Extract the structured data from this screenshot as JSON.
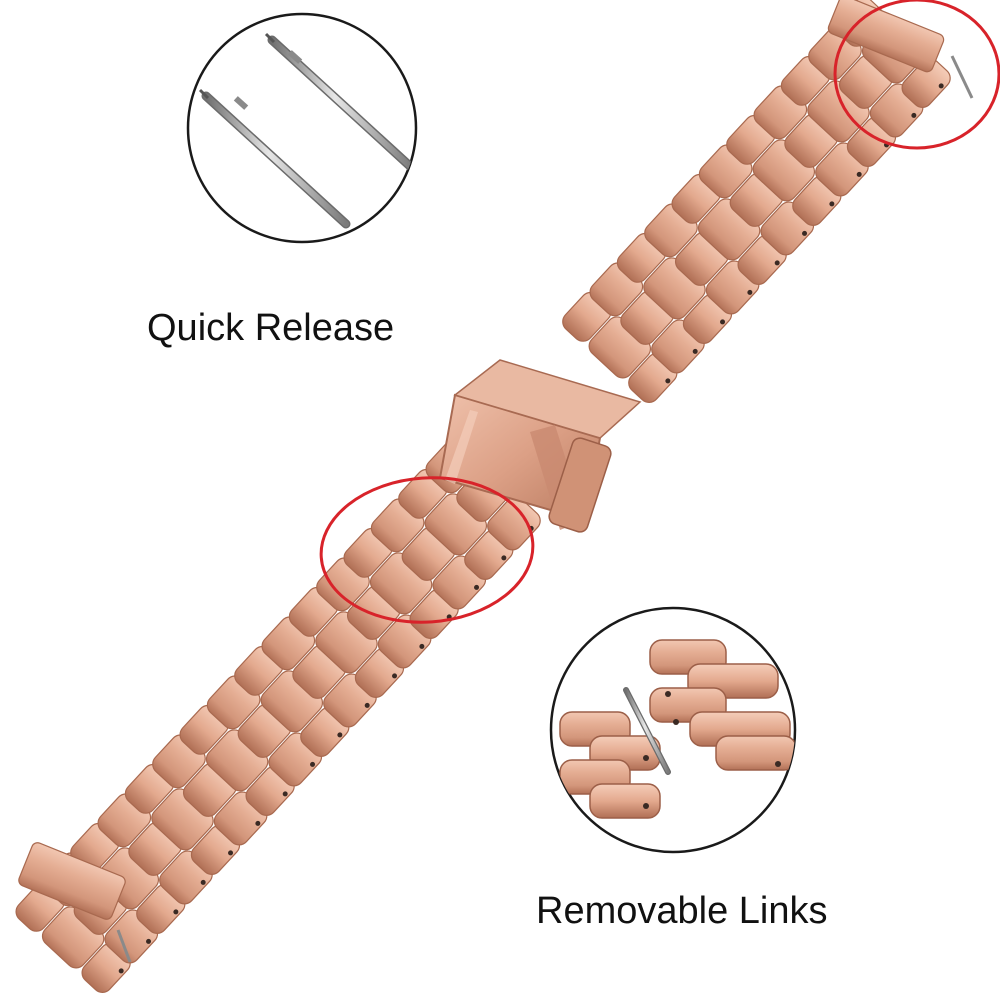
{
  "captions": {
    "quick_release": "Quick Release",
    "removable_links": "Removable Links"
  },
  "colors": {
    "metal_light": "#e8b49c",
    "metal_mid": "#d69a80",
    "metal_dark": "#b8775e",
    "metal_shadow": "#9c5f48",
    "pin_steel": "#9a9a9a",
    "highlight_circle": "#d8232a",
    "inset_border": "#1a1a1a",
    "text": "#111111"
  },
  "illustration": {
    "subject": "rose-gold-link-watch-band",
    "insets": [
      "quick-release-pins",
      "removable-links"
    ],
    "highlights": [
      "band-end-highlight",
      "link-section-highlight"
    ]
  }
}
